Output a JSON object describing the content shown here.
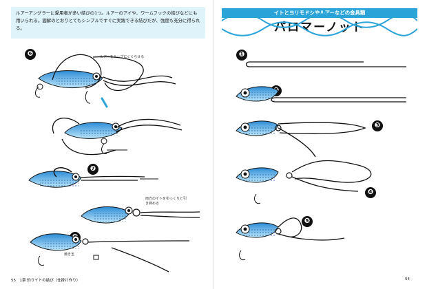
{
  "intro_text": "ルアーアングラーに愛用者が多い結びの1つ。ルアーのアイや、ワームフックの結びなどにも用いられる。図解のとおりとてもシンプルですぐに実践できる結びだが、強度も充分に得られる。",
  "header_subtitle": "イトとヨリモドシやルアーなどの金具類",
  "title": "パロマーノット",
  "steps": [
    "❶",
    "❷",
    "❸",
    "❹",
    "❺",
    "❻",
    "❼",
    "❽"
  ],
  "notes": {
    "lure_loop": "ルアーをループにくぐらせる",
    "pull_both": "両方のイトをゆっくりと引き締める",
    "split_shot": "焼き玉"
  },
  "footer_left": "55　1章 釣りイトの結び（仕掛け作り）",
  "footer_right": "54",
  "colors": {
    "accent": "#2aa4d8",
    "intro_bg": "#dff3fb",
    "lure": "#58b9e8"
  }
}
